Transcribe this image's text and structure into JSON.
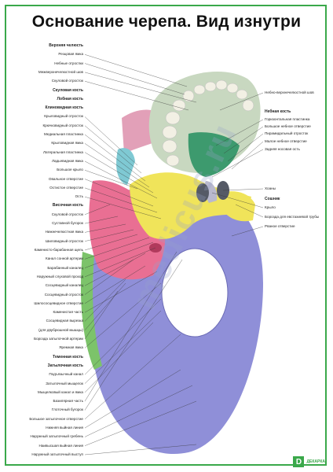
{
  "title": "Основание черепа. Вид изнутри",
  "watermark": "medicus.ru",
  "logo": {
    "mark": "D",
    "text": "ДЕКАРКА"
  },
  "left_labels": [
    {
      "text": "Верхняя челюсть",
      "bold": true
    },
    {
      "text": "Резцовая ямка"
    },
    {
      "text": "Небные отростки"
    },
    {
      "text": "Межверхнечелюстной шов"
    },
    {
      "text": "Скуловой отросток"
    },
    {
      "text": "Скуловая кость",
      "bold": true
    },
    {
      "text": "Лобная кость",
      "bold": true
    },
    {
      "text": "Клиновидная кость",
      "bold": true
    },
    {
      "text": "Крыловидный отросток"
    },
    {
      "text": "Крючковидный отросток"
    },
    {
      "text": "Медиальная пластинка"
    },
    {
      "text": "Крыловидная ямка"
    },
    {
      "text": "Латеральная пластинка"
    },
    {
      "text": "Ладьевидная ямка"
    },
    {
      "text": "Большое крыло"
    },
    {
      "text": "Овальное отверстие"
    },
    {
      "text": "Остистое отверстие"
    },
    {
      "text": "Ость"
    },
    {
      "text": "Височная кость",
      "bold": true
    },
    {
      "text": "Скуловой отросток"
    },
    {
      "text": "Суставной бугорок"
    },
    {
      "text": "Нижнечелюстная ямка"
    },
    {
      "text": "Шиловидный отросток"
    },
    {
      "text": "Каменисто-барабанная щель"
    },
    {
      "text": "Канал сонной артерии"
    },
    {
      "text": "Барабанный каналец"
    },
    {
      "text": "Наружный слуховой проход"
    },
    {
      "text": "Сосцевидный каналец"
    },
    {
      "text": "Сосцевидный отросток"
    },
    {
      "text": "Шилососцевидное отверстие"
    },
    {
      "text": "Каменистая часть"
    },
    {
      "text": "Сосцевидная вырезка"
    },
    {
      "text": "(для двубрюшной мышцы)"
    },
    {
      "text": "Борозда затылочной артерии"
    },
    {
      "text": "Яремная ямка"
    },
    {
      "text": "Теменная кость",
      "bold": true
    },
    {
      "text": "Затылочная кость",
      "bold": true
    },
    {
      "text": "Подъязычный канал"
    },
    {
      "text": "Затылочный мыщелок"
    },
    {
      "text": "Мыщелковый канал и ямка"
    },
    {
      "text": "Базилярная часть"
    },
    {
      "text": "Глоточный бугорок"
    },
    {
      "text": "Большое затылочное отверстие"
    },
    {
      "text": "Нижняя выйная линия"
    },
    {
      "text": "Наружный затылочный гребень"
    },
    {
      "text": "Наивысшая выйная линия"
    },
    {
      "text": "Наружный затылочный выступ"
    }
  ],
  "right_labels": [
    {
      "text": "Небно-верхнечелюстной шов"
    },
    {
      "text": "Небная кость",
      "bold": true
    },
    {
      "text": "Горизонтальная пластинка"
    },
    {
      "text": "Большое небное отверстие"
    },
    {
      "text": "Пирамидальный отросток"
    },
    {
      "text": "Малое небное отверстие"
    },
    {
      "text": "Задняя носовая ость"
    },
    {
      "text": "Хоаны"
    },
    {
      "text": "Сошник",
      "bold": true
    },
    {
      "text": "Крыло"
    },
    {
      "text": "Борозда для евстахиевой трубы"
    },
    {
      "text": "Рваное отверстие"
    }
  ],
  "colors": {
    "frame": "#3aa84a",
    "maxilla": "#c8d8c0",
    "palatine": "#3d9a6e",
    "zygomatic": "#7fc9d3",
    "frontal": "#e2a0b8",
    "sphenoid": "#f0e45a",
    "temporal": "#e96f93",
    "parietal": "#7cc36a",
    "occipital": "#8f8fd8",
    "vomer": "#b9b9ce",
    "teeth": "#f2f0e4"
  }
}
